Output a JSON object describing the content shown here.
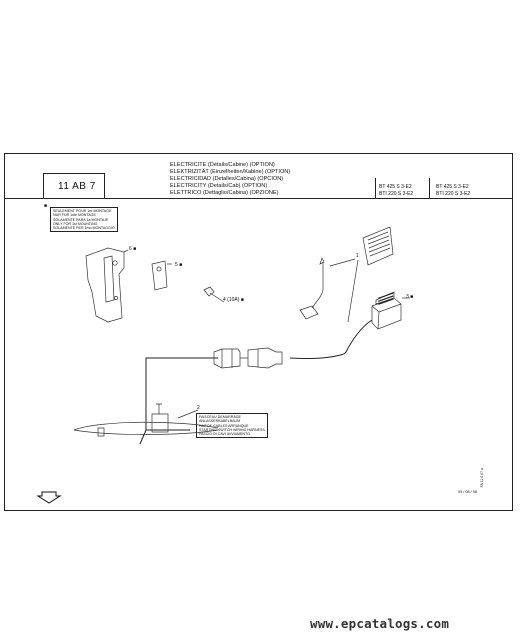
{
  "header": {
    "section_code": "11 AB  7",
    "titles": [
      "ELECTRICITE (Détails/Cabine) (OPTION)",
      "ELEKTRIZITÄT (Einzelheiten/Kabine) (OPTION)",
      "ELECTRICIDAD (Detalles/Cabina) (OPCION)",
      "ELECTRICITY (Details/Cab) (OPTION)",
      "ELETTRICO (Dettaglio/Cabina) (OPZIONE)"
    ],
    "models_left": [
      "BT 425 S 3-E2",
      "BTI 220 S 3-E2"
    ],
    "models_right": [
      "BT 425 S 3-E2",
      "BTI 220 S 3-E2"
    ]
  },
  "legend_note": {
    "symbol": "■",
    "lines": [
      "SEULEMENT POUR 1er MONTAGE",
      "NUR FÜR 1ste MONTAGE",
      "SOLAMENTE PARA 1a MONTAJE",
      "ONLY FOR 1st MOUNTING",
      "SOLAMENTE PER 1mo MONTAGGIO"
    ]
  },
  "callouts": {
    "c1": "1",
    "c2": "2",
    "c3": "3 ■",
    "c4": "4 (10A) ■",
    "c5": "5 ■",
    "c6": "6 ■"
  },
  "harness_note": {
    "lines": [
      "FAISCEAU DEMARRAGE",
      "ANLASSERKABELBAUM",
      "HAZ DE CABLES ARRANQUE",
      "STARTING SWITCH WIRING HARNESS",
      "FASCIO DI CAVI AVVIAMENTO"
    ]
  },
  "footer": {
    "ref_code": "FA 11 0 07 a",
    "date": "09 / 08 / 98",
    "nav_arrow": "down-arrow-icon"
  },
  "watermark": "www.epcatalogs.com"
}
